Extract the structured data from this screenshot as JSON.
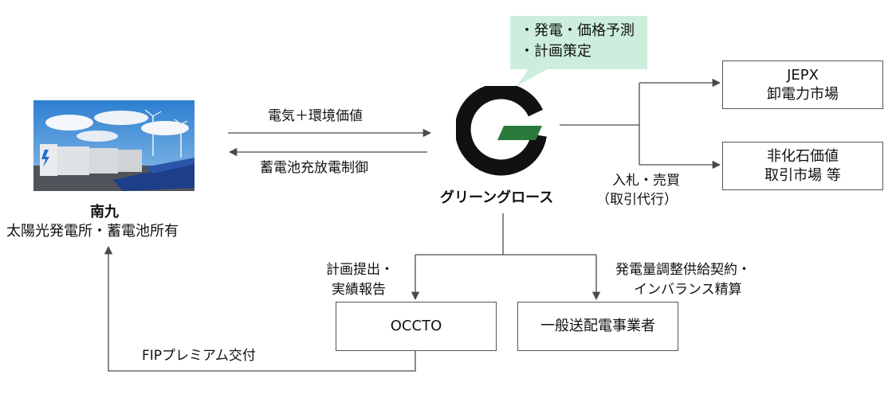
{
  "bubble": {
    "line1": "・発電・価格予測",
    "line2": "・計画策定"
  },
  "company": {
    "name": "グリーングロース"
  },
  "owner": {
    "name": "南九",
    "desc": "太陽光発電所・蓄電池所有"
  },
  "flows": {
    "to_company": "電気＋環境価値",
    "to_owner": "蓄電池充放電制御",
    "bidding_line1": "入札・売買",
    "bidding_line2": "（取引代行）",
    "plan_line1": "計画提出・",
    "plan_line2": "実績報告",
    "contract_line1": "発電量調整供給契約・",
    "contract_line2": "インバランス精算",
    "fip": "FIPプレミアム交付"
  },
  "boxes": {
    "jepx_line1": "JEPX",
    "jepx_line2": "卸電力市場",
    "nonfossil_line1": "非化石価値",
    "nonfossil_line2": "取引市場 等",
    "occto": "OCCTO",
    "tso": "一般送配電事業者"
  },
  "colors": {
    "line": "#4a4a4a",
    "bubble": "#cdeedd",
    "logo_dark": "#111111",
    "logo_green": "#2a7a3c"
  }
}
